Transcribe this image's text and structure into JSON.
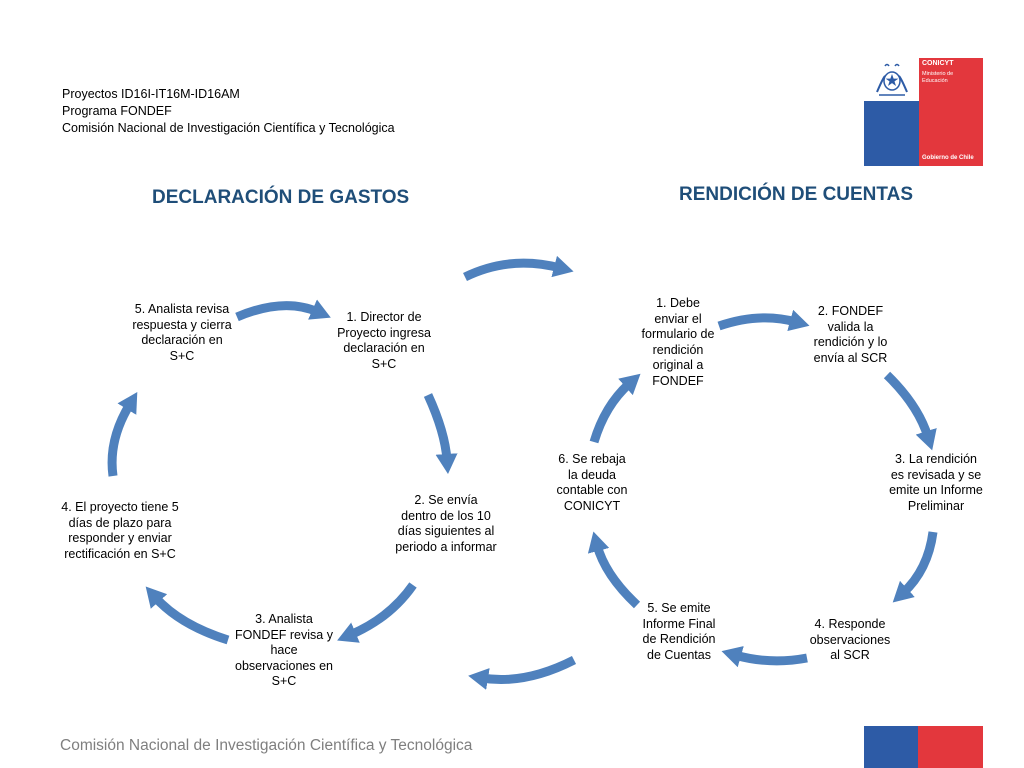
{
  "header": {
    "line1": "Proyectos ID16I-IT16M-ID16AM",
    "line2": "Programa FONDEF",
    "line3": "Comisión Nacional de Investigación Científica y Tecnológica"
  },
  "logo": {
    "org": "CONICYT",
    "ministry_1": "Ministerio de",
    "ministry_2": "Educación",
    "gov": "Gobierno de Chile"
  },
  "left_cycle": {
    "title": "DECLARACIÓN DE GASTOS",
    "steps": [
      "1. Director de Proyecto ingresa declaración en S+C",
      "2. Se envía dentro de los 10 días siguientes al periodo a informar",
      "3. Analista FONDEF revisa y hace observaciones en S+C",
      "4. El proyecto tiene 5 días de plazo para responder y enviar rectificación en S+C",
      "5. Analista revisa respuesta y cierra declaración en S+C"
    ]
  },
  "right_cycle": {
    "title": "RENDICIÓN DE CUENTAS",
    "steps": [
      "1. Debe enviar el formulario de rendición original a FONDEF",
      "2. FONDEF valida la rendición y lo envía al SCR",
      "3. La rendición es revisada y se emite un Informe Preliminar",
      "4. Responde observaciones al SCR",
      "5. Se emite Informe Final de Rendición de Cuentas",
      "6. Se rebaja la deuda contable con CONICYT"
    ]
  },
  "footer": {
    "text": "Comisión Nacional de Investigación Científica y Tecnológica"
  },
  "colors": {
    "arrow": "#4f81bd",
    "title": "#1f4e79",
    "logo_blue": "#2d5ba6",
    "logo_red": "#e3373d"
  }
}
